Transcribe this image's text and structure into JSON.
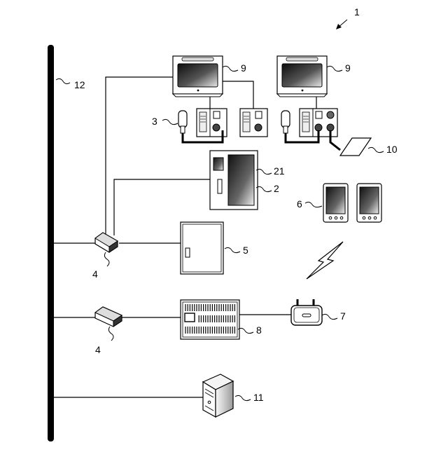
{
  "labels": {
    "system": "1",
    "network_line": "12",
    "monitor_left": "9",
    "monitor_right": "9",
    "handset": "3",
    "card": "10",
    "panel_sub": "21",
    "panel": "2",
    "tablets": "6",
    "cabinet": "5",
    "hub_top": "4",
    "hub_bottom": "4",
    "router": "7",
    "controller": "8",
    "server": "11"
  },
  "colors": {
    "line": "#000000",
    "screen_dark": "#1a1a1a",
    "screen_light": "#e8e8e8"
  }
}
